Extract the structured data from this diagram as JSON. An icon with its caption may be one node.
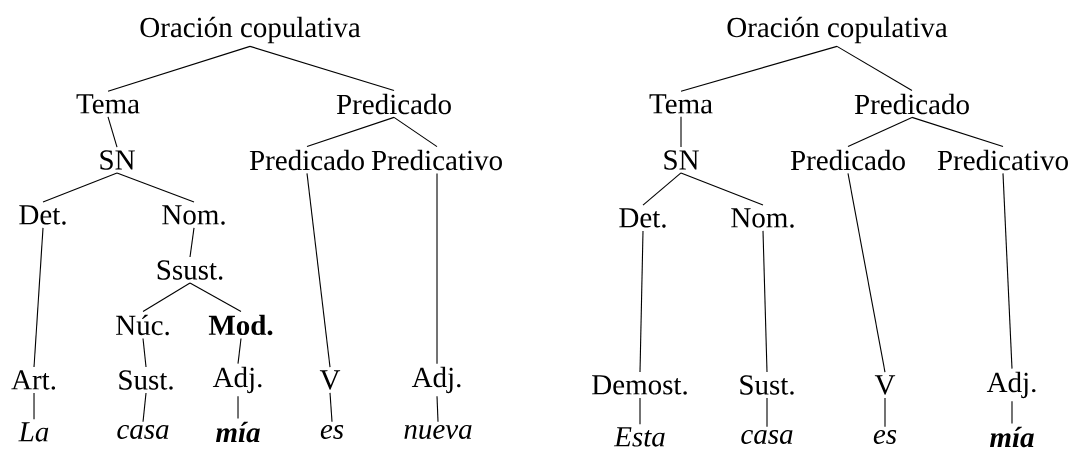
{
  "diagram": {
    "nodes": [
      {
        "text": [
          "Oración copulativa"
        ]
      },
      {
        "text": [
          "Tema"
        ]
      },
      {
        "text": [
          "Predicado"
        ]
      },
      {
        "text": [
          "SN"
        ]
      },
      {
        "text": [
          "Predicado"
        ]
      },
      {
        "text": [
          "Predicativo"
        ]
      },
      {
        "text": [
          "Det."
        ]
      },
      {
        "text": [
          "Nom."
        ]
      },
      {
        "text": [
          "Ssust."
        ]
      },
      {
        "text": [
          "Núc."
        ]
      },
      {
        "text": [
          "Mod."
        ]
      },
      {
        "text": [
          "Art."
        ]
      },
      {
        "text": [
          "Sust."
        ]
      },
      {
        "text": [
          "Adj."
        ]
      },
      {
        "text": [
          "V"
        ]
      },
      {
        "text": [
          "Adj."
        ]
      },
      {
        "text": [
          "La"
        ]
      },
      {
        "text": [
          "casa"
        ]
      },
      {
        "text": [
          "mía"
        ]
      },
      {
        "text": [
          "es"
        ]
      },
      {
        "text": [
          "nueva"
        ]
      },
      {
        "text": [
          "Oración copulativa"
        ]
      },
      {
        "text": [
          "Tema"
        ]
      },
      {
        "text": [
          "Predicado"
        ]
      },
      {
        "text": [
          "SN"
        ]
      },
      {
        "text": [
          "Predicado"
        ]
      },
      {
        "text": [
          "Predicativo"
        ]
      },
      {
        "text": [
          "Det."
        ]
      },
      {
        "text": [
          "Nom."
        ]
      },
      {
        "text": [
          "Demost."
        ]
      },
      {
        "text": [
          "Sust."
        ]
      },
      {
        "text": [
          "V"
        ]
      },
      {
        "text": [
          "Adj."
        ]
      },
      {
        "text": [
          "Esta"
        ]
      },
      {
        "text": [
          "casa"
        ]
      },
      {
        "text": [
          "es"
        ]
      },
      {
        "text": [
          "mía"
        ]
      }
    ],
    "edges": [
      {
        "from": 0,
        "to": 1,
        "arrow": "none"
      },
      {
        "from": 0,
        "to": 2,
        "arrow": "none"
      },
      {
        "from": 1,
        "to": 3,
        "arrow": "none"
      },
      {
        "from": 2,
        "to": 4,
        "arrow": "none"
      },
      {
        "from": 2,
        "to": 5,
        "arrow": "none"
      },
      {
        "from": 3,
        "to": 6,
        "arrow": "none"
      },
      {
        "from": 3,
        "to": 7,
        "arrow": "none"
      },
      {
        "from": 6,
        "to": 11,
        "arrow": "none"
      },
      {
        "from": 7,
        "to": 8,
        "arrow": "none"
      },
      {
        "from": 8,
        "to": 9,
        "arrow": "none"
      },
      {
        "from": 8,
        "to": 10,
        "arrow": "none"
      },
      {
        "from": 9,
        "to": 12,
        "arrow": "none"
      },
      {
        "from": 10,
        "to": 13,
        "arrow": "none"
      },
      {
        "from": 4,
        "to": 14,
        "arrow": "none"
      },
      {
        "from": 5,
        "to": 15,
        "arrow": "none"
      },
      {
        "from": 11,
        "to": 16,
        "arrow": "none"
      },
      {
        "from": 12,
        "to": 17,
        "arrow": "none"
      },
      {
        "from": 13,
        "to": 18,
        "arrow": "none"
      },
      {
        "from": 14,
        "to": 19,
        "arrow": "none"
      },
      {
        "from": 15,
        "to": 20,
        "arrow": "none"
      },
      {
        "from": 21,
        "to": 22,
        "arrow": "none"
      },
      {
        "from": 21,
        "to": 23,
        "arrow": "none"
      },
      {
        "from": 22,
        "to": 24,
        "arrow": "none"
      },
      {
        "from": 23,
        "to": 25,
        "arrow": "none"
      },
      {
        "from": 23,
        "to": 26,
        "arrow": "none"
      },
      {
        "from": 24,
        "to": 27,
        "arrow": "none"
      },
      {
        "from": 24,
        "to": 28,
        "arrow": "none"
      },
      {
        "from": 27,
        "to": 29,
        "arrow": "none"
      },
      {
        "from": 28,
        "to": 30,
        "arrow": "none"
      },
      {
        "from": 25,
        "to": 31,
        "arrow": "none"
      },
      {
        "from": 26,
        "to": 32,
        "arrow": "none"
      },
      {
        "from": 29,
        "to": 33,
        "arrow": "none"
      },
      {
        "from": 30,
        "to": 34,
        "arrow": "none"
      },
      {
        "from": 31,
        "to": 35,
        "arrow": "none"
      },
      {
        "from": 32,
        "to": 36,
        "arrow": "none"
      }
    ]
  }
}
